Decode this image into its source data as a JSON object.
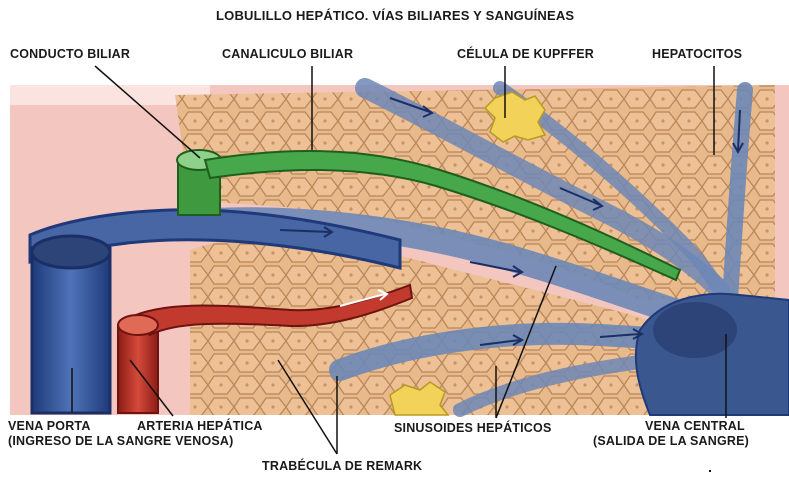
{
  "title": "LOBULILLO HEPÁTICO. VÍAS BILIARES Y SANGUÍNEAS",
  "labels": {
    "conducto_biliar": "CONDUCTO BILIAR",
    "canaliculo_biliar": "CANALICULO BILIAR",
    "celula_kupffer": "CÉLULA DE KUPFFER",
    "hepatocitos": "HEPATOCITOS",
    "vena_porta_1": "VENA PORTA",
    "vena_porta_2": "(INGRESO DE LA SANGRE VENOSA)",
    "arteria_hepatica": "ARTERIA HEPÁTICA",
    "sinusoides_hepaticos": "SINUSOIDES HEPÁTICOS",
    "vena_central_1": "VENA CENTRAL",
    "vena_central_2": "(SALIDA DE LA SANGRE)",
    "trabecula_remark": "TRABÉCULA DE REMARK"
  },
  "colors": {
    "hepatocyte": "#e8b98a",
    "hepatocyte_edge": "#b9865a",
    "vessel": "#5d79a8",
    "vessel_dark": "#2c4478",
    "bile": "#3f9a3f",
    "artery": "#b8322a",
    "kupffer": "#f3d25a",
    "background_pink": "#f4c6c0"
  }
}
